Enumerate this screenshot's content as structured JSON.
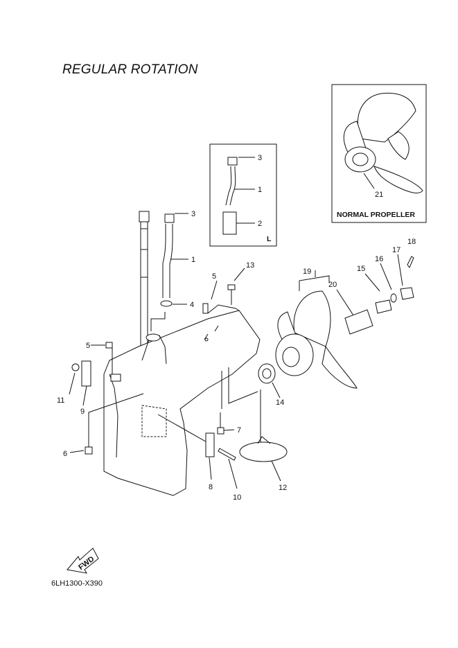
{
  "title": "REGULAR ROTATION",
  "diagram_code": "6LH1300-X390",
  "fwd_label": "FWD",
  "inset_propeller": {
    "caption": "NORMAL PROPELLER",
    "callout": "21"
  },
  "inset_l": {
    "tag": "L",
    "callouts": [
      "3",
      "1",
      "2"
    ]
  },
  "callouts": [
    "1",
    "2",
    "3",
    "4",
    "5",
    "5",
    "6",
    "7",
    "8",
    "9",
    "10",
    "11",
    "12",
    "13",
    "14",
    "15",
    "16",
    "17",
    "18",
    "19",
    "20",
    "21"
  ]
}
